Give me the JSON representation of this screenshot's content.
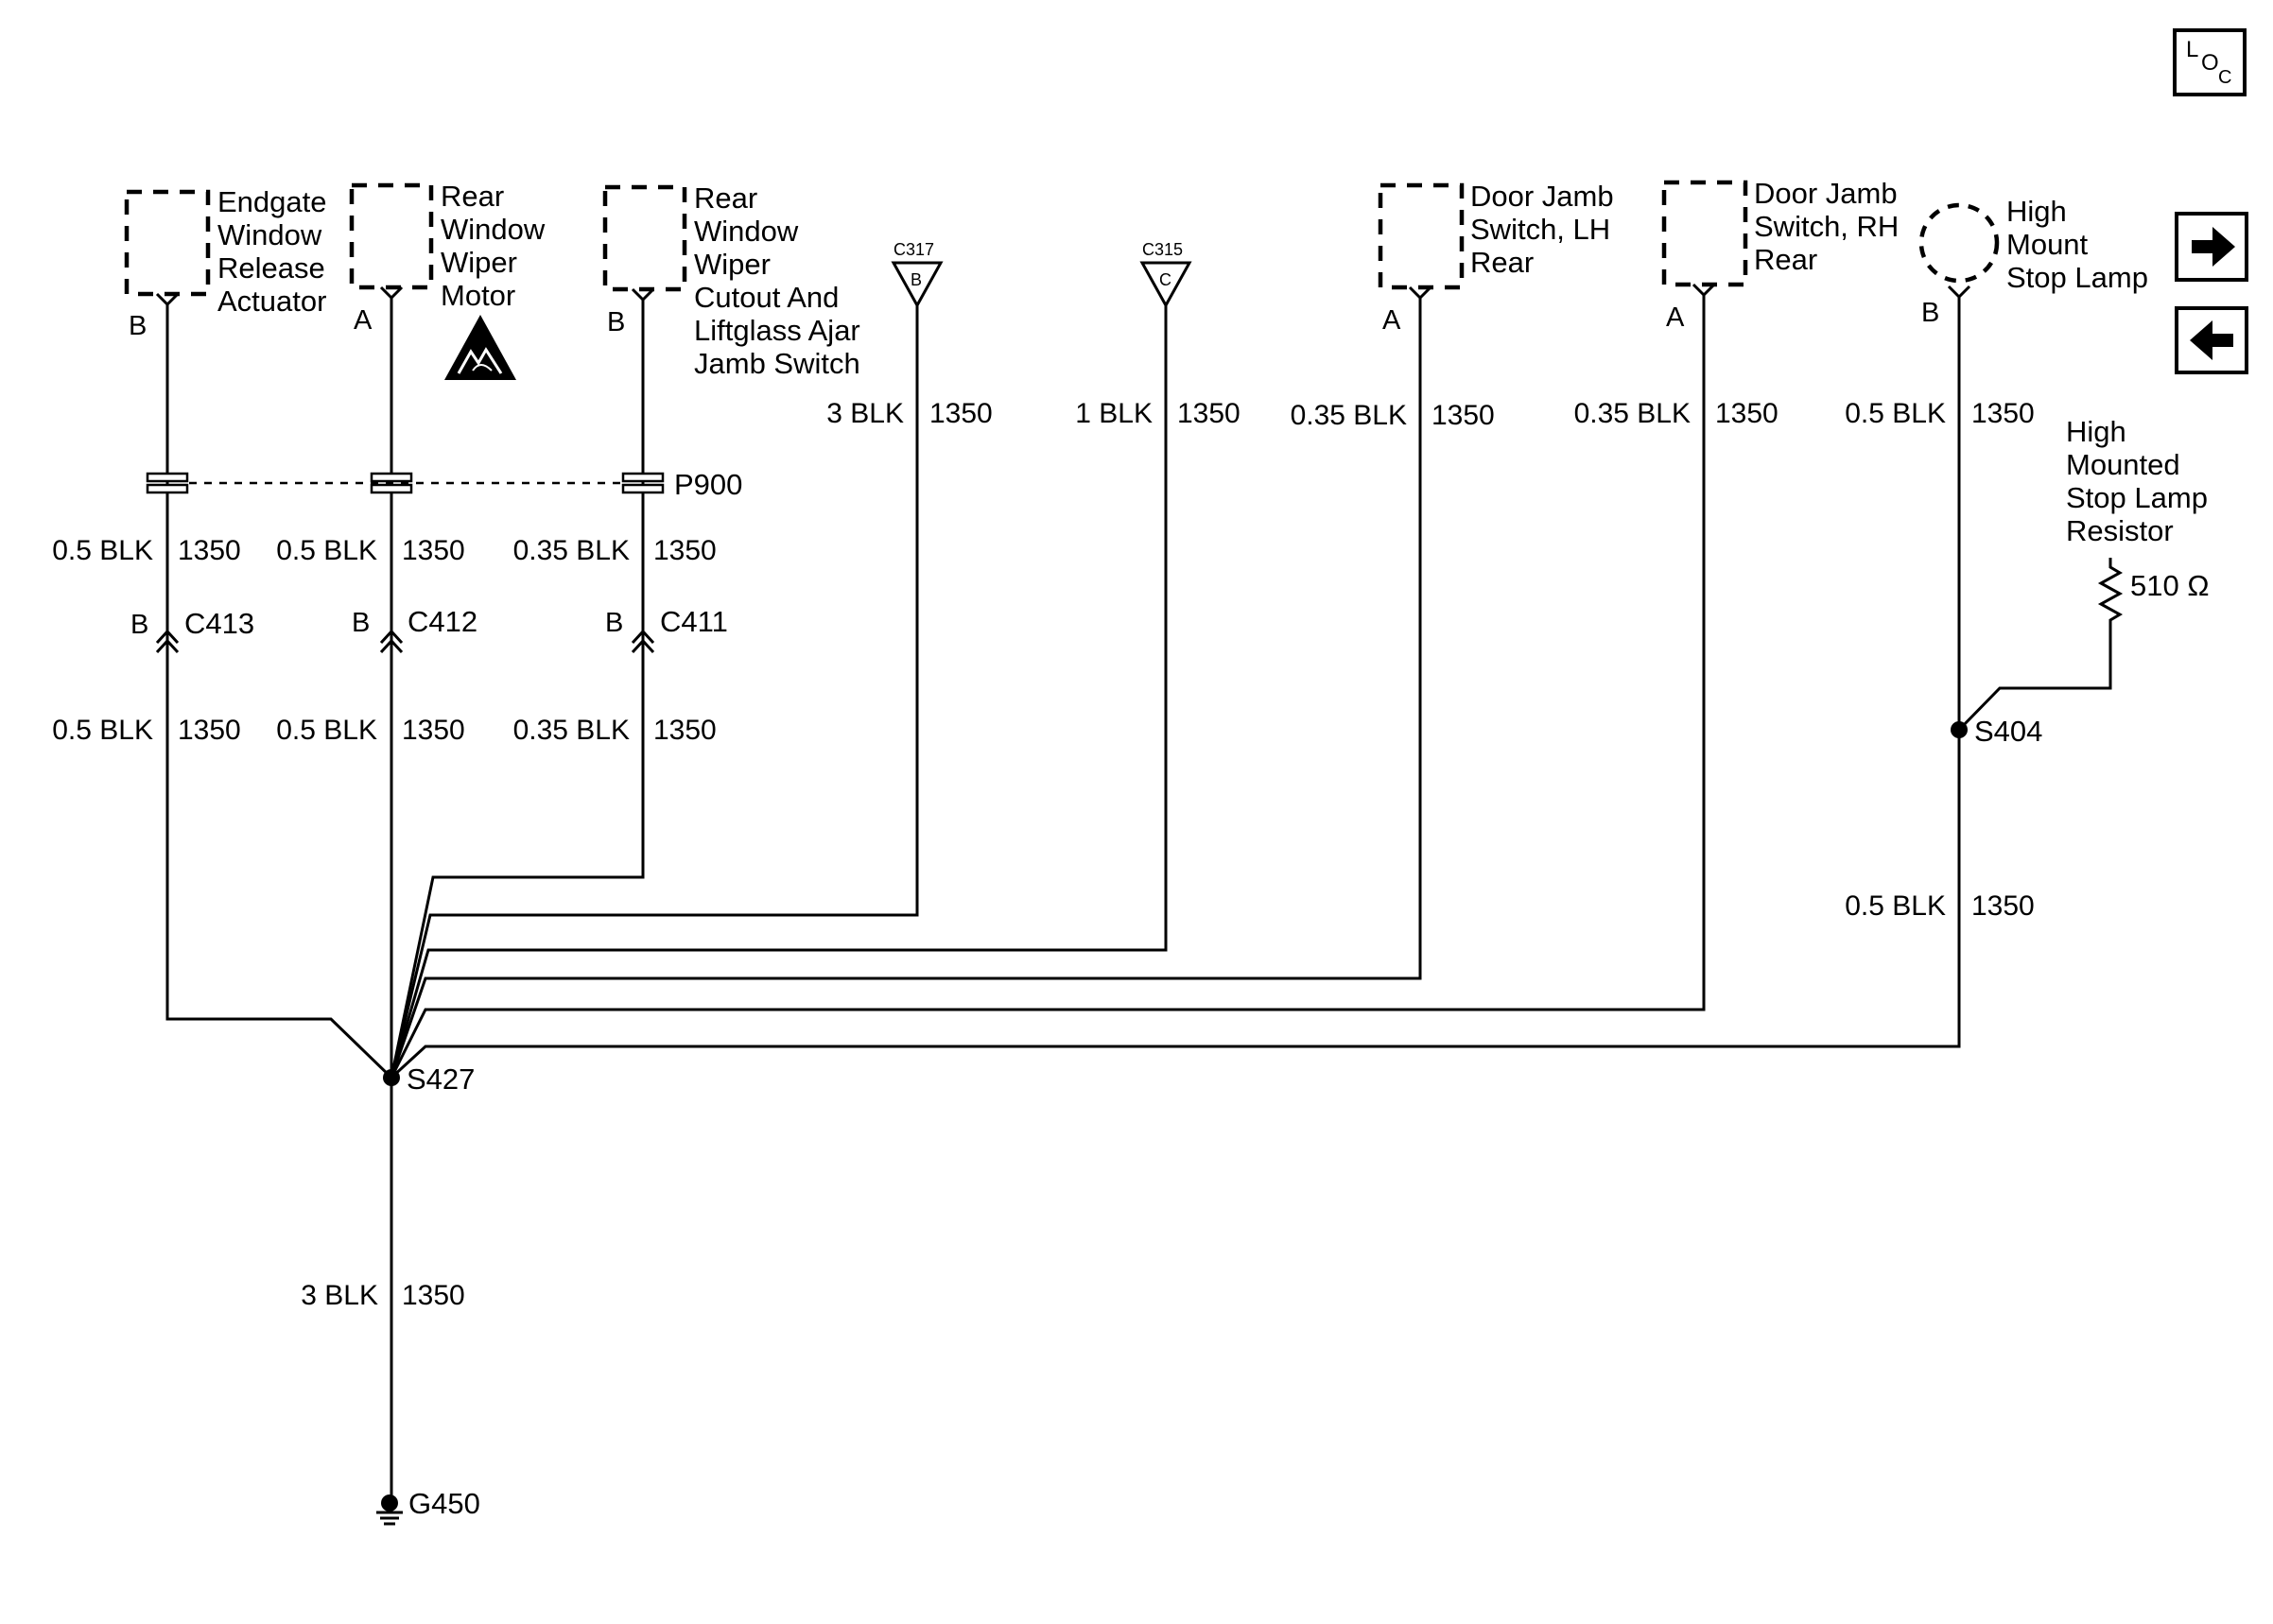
{
  "components": {
    "endgate": {
      "lines": [
        "Endgate",
        "Window",
        "Release",
        "Actuator"
      ],
      "pin": "B"
    },
    "wiper_motor": {
      "lines": [
        "Rear",
        "Window",
        "Wiper",
        "Motor"
      ],
      "pin": "A"
    },
    "wiper_cutout": {
      "lines": [
        "Rear",
        "Window",
        "Wiper",
        "Cutout And",
        "Liftglass Ajar",
        "Jamb Switch"
      ],
      "pin": "B"
    },
    "c317": {
      "name": "C317",
      "pin": "B"
    },
    "c315": {
      "name": "C315",
      "pin": "C"
    },
    "door_lh": {
      "lines": [
        "Door Jamb",
        "Switch, LH",
        "Rear"
      ],
      "pin": "A"
    },
    "door_rh": {
      "lines": [
        "Door Jamb",
        "Switch, RH",
        "Rear"
      ],
      "pin": "A"
    },
    "stop_lamp": {
      "lines": [
        "High",
        "Mount",
        "Stop Lamp"
      ],
      "pin": "B"
    },
    "resistor": {
      "lines": [
        "High",
        "Mounted",
        "Stop Lamp",
        "Resistor"
      ],
      "value": "510 Ω"
    }
  },
  "wires": {
    "w1_top": {
      "size": "0.5 BLK",
      "circuit": "1350"
    },
    "w2_top": {
      "size": "0.5 BLK",
      "circuit": "1350"
    },
    "w3_top": {
      "size": "0.35 BLK",
      "circuit": "1350"
    },
    "w1_bot": {
      "size": "0.5 BLK",
      "circuit": "1350"
    },
    "w2_bot": {
      "size": "0.5 BLK",
      "circuit": "1350"
    },
    "w3_bot": {
      "size": "0.35 BLK",
      "circuit": "1350"
    },
    "w_c317": {
      "size": "3 BLK",
      "circuit": "1350"
    },
    "w_c315": {
      "size": "1 BLK",
      "circuit": "1350"
    },
    "w_lh": {
      "size": "0.35 BLK",
      "circuit": "1350"
    },
    "w_rh": {
      "size": "0.35 BLK",
      "circuit": "1350"
    },
    "w_lamp_top": {
      "size": "0.5 BLK",
      "circuit": "1350"
    },
    "w_lamp_bot": {
      "size": "0.5 BLK",
      "circuit": "1350"
    },
    "w_ground": {
      "size": "3 BLK",
      "circuit": "1350"
    }
  },
  "connectors": {
    "p900": "P900",
    "c413": {
      "name": "C413",
      "pin": "B"
    },
    "c412": {
      "name": "C412",
      "pin": "B"
    },
    "c411": {
      "name": "C411",
      "pin": "B"
    }
  },
  "splices": {
    "s427": "S427",
    "s404": "S404"
  },
  "ground": "G450",
  "icons": {
    "loc": {
      "name": "loc-icon",
      "letters": [
        "L",
        "O",
        "C"
      ]
    },
    "next": "arrow-right-icon",
    "prev": "arrow-left-icon",
    "esd": "esd-warning-icon"
  }
}
